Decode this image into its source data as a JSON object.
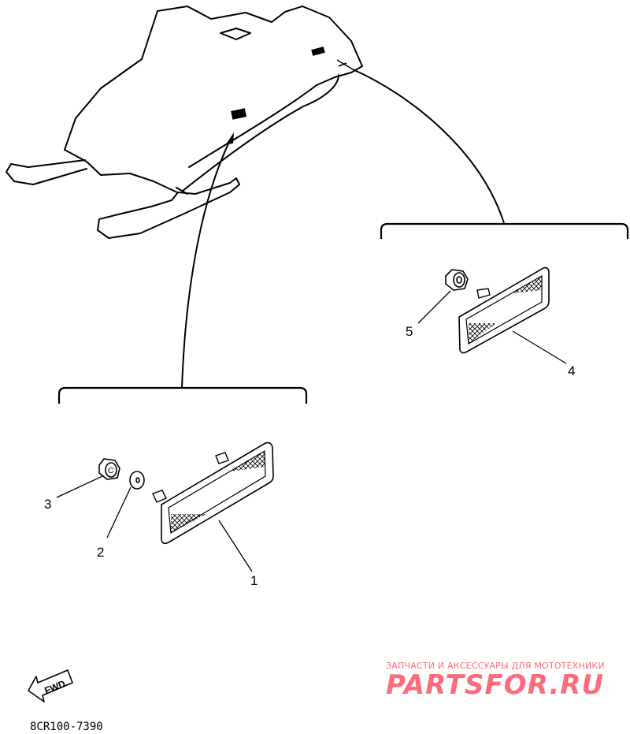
{
  "diagram": {
    "drawing_code": "8CR100-7390",
    "fwd_label": "FWD",
    "callouts": [
      "1",
      "2",
      "3",
      "4",
      "5"
    ],
    "parts": [
      {
        "number": "1",
        "part": "side-reflector-lower"
      },
      {
        "number": "2",
        "part": "washer"
      },
      {
        "number": "3",
        "part": "nut"
      },
      {
        "number": "4",
        "part": "side-reflector-upper"
      },
      {
        "number": "5",
        "part": "nut"
      }
    ],
    "watermark": {
      "tagline": "ЗАПЧАСТИ И АКСЕССУАРЫ ДЛЯ МОТОТЕХНИКИ",
      "logo": "PARTSFOR.RU",
      "color": "#ff6b7a"
    }
  }
}
